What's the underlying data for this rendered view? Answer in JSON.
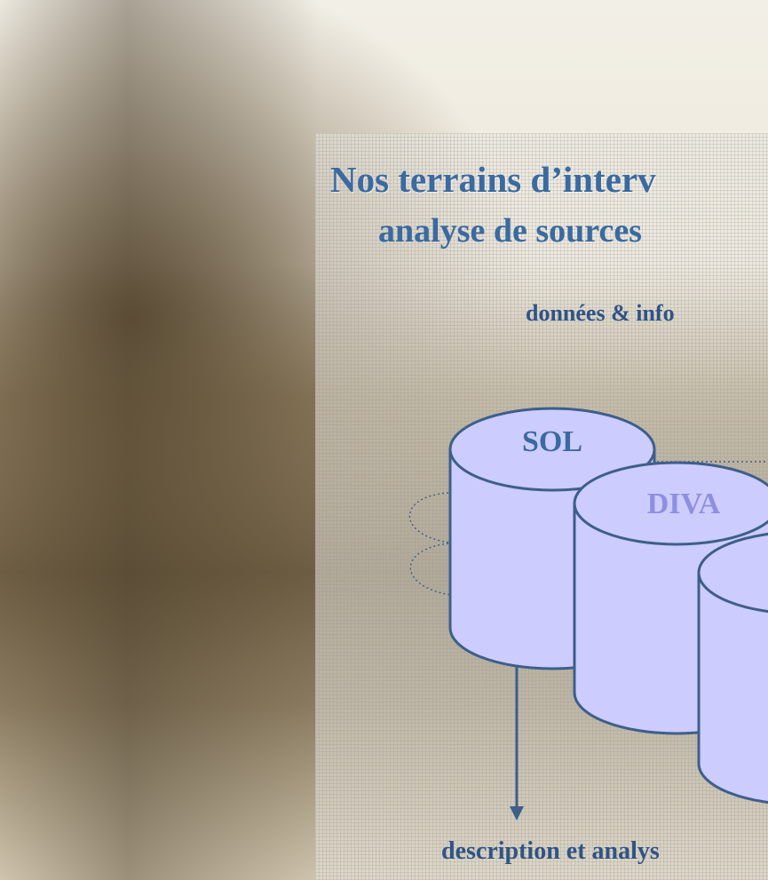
{
  "slide": {
    "title": "Nos terrains d’interv",
    "subtitle": "analyse de sources",
    "tagline": "données & info",
    "footer": "description et analys"
  },
  "databases": [
    {
      "label": "SOL",
      "label_color": "#3a6aa0"
    },
    {
      "label": "DIVA",
      "label_color": "#8f8fe0"
    },
    {
      "label": "",
      "label_color": "#8f8fe0"
    }
  ],
  "colors": {
    "cylinder_fill": "#ccccff",
    "cylinder_stroke": "#3d5f8a",
    "arrow": "#3d5f8a",
    "text_blue": "#3a6aa0"
  }
}
